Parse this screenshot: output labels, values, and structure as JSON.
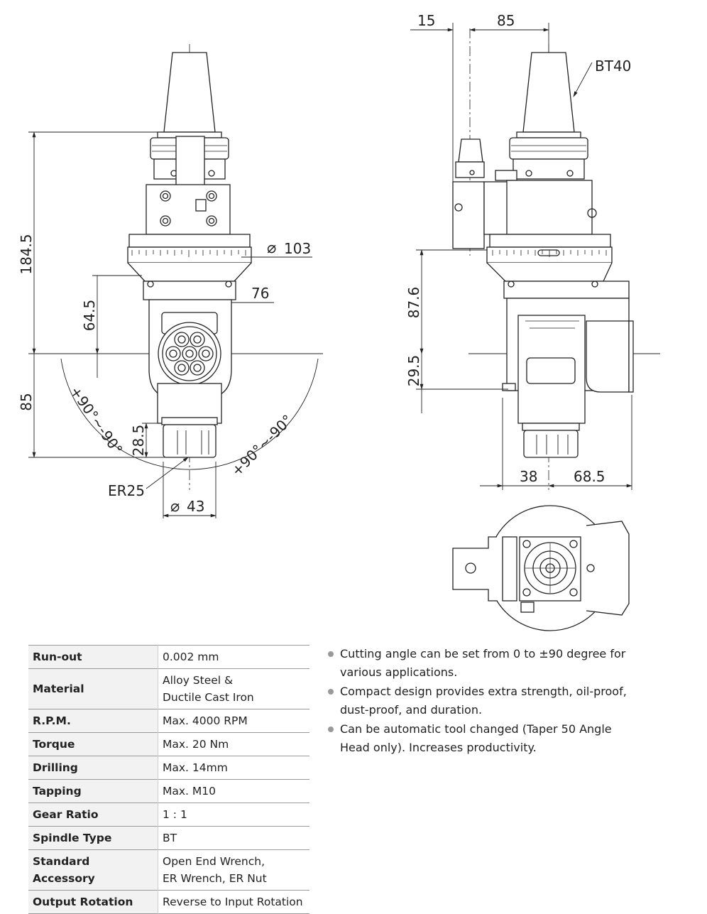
{
  "drawing": {
    "front_view": {
      "dim_total_height": "184.5",
      "dim_flange_diameter": "103",
      "dim_body_offset": "64.5",
      "dim_body_width": "76",
      "dim_lower_height": "85",
      "dim_nut_height": "28.5",
      "dim_nut_diameter": "43",
      "collet_label": "ER25",
      "angle_left": "+90°~-90°",
      "angle_right": "+90°~-90°"
    },
    "side_view": {
      "dim_offset_small": "15",
      "dim_offset_large": "85",
      "taper_label": "BT40",
      "dim_height_upper": "87.6",
      "dim_height_lower": "29.5",
      "dim_width_left": "38",
      "dim_width_right": "68.5"
    }
  },
  "specs": [
    {
      "label": "Run-out",
      "lines": [
        "0.002 mm"
      ]
    },
    {
      "label": "Material",
      "lines": [
        "Alloy Steel &",
        "Ductile Cast Iron"
      ]
    },
    {
      "label": "R.P.M.",
      "lines": [
        "Max. 4000 RPM"
      ]
    },
    {
      "label": "Torque",
      "lines": [
        "Max. 20 Nm"
      ]
    },
    {
      "label": "Drilling",
      "lines": [
        "Max. 14mm"
      ]
    },
    {
      "label": "Tapping",
      "lines": [
        "Max. M10"
      ]
    },
    {
      "label": "Gear Ratio",
      "lines": [
        "1 : 1"
      ]
    },
    {
      "label": "Spindle Type",
      "lines": [
        "BT"
      ]
    },
    {
      "label": "Standard Accessory",
      "lines": [
        "Open End Wrench,",
        "ER Wrench, ER Nut"
      ]
    },
    {
      "label": "Output Rotation",
      "lines": [
        "Reverse to Input Rotation"
      ]
    }
  ],
  "features": [
    "Cutting angle can be set from 0 to ±90 degree for various applications.",
    "Compact design provides extra strength, oil-proof, dust-proof, and duration.",
    "Can be automatic tool changed (Taper 50 Angle Head only). Increases productivity."
  ]
}
